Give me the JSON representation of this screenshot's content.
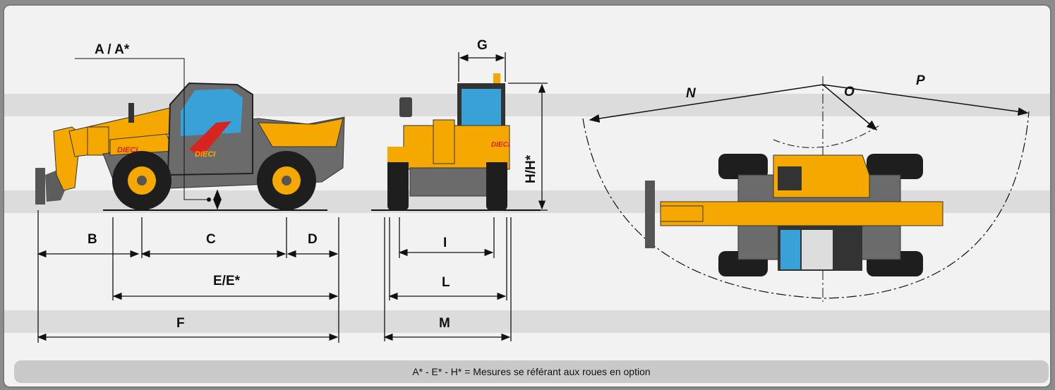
{
  "labels": {
    "a": "A / A*",
    "b": "B",
    "c": "C",
    "d": "D",
    "e": "E/E*",
    "f": "F",
    "g": "G",
    "h": "H/H*",
    "i": "I",
    "l": "L",
    "m": "M",
    "n": "N",
    "o": "O",
    "p": "P"
  },
  "brand": {
    "logo_text": "DIECI"
  },
  "footnote": "A* - E* - H* = Mesures se référant aux roues en option",
  "colors": {
    "machine_yellow": "#f4a800",
    "body_gray": "#6b6b6b",
    "tyre_black": "#1e1e1e",
    "glass_blue": "#3aa0d8",
    "background": "#f2f2f2",
    "band": "#dedede",
    "logo_red": "#d6251e"
  }
}
